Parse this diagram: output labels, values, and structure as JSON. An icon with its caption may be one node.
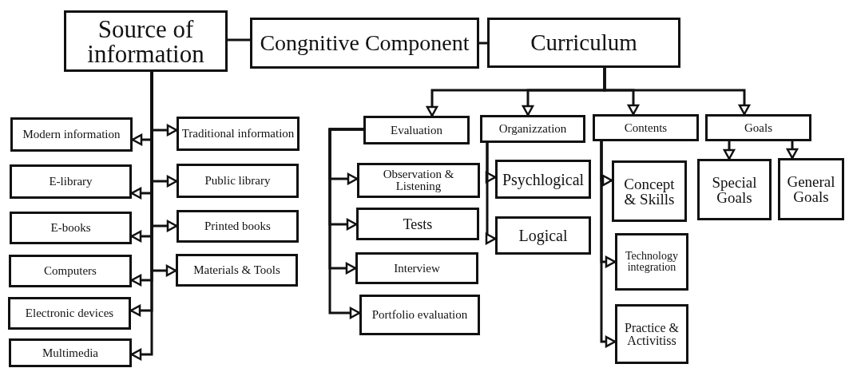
{
  "diagram": {
    "nodes": [
      {
        "text": [
          "Source of information"
        ]
      },
      {
        "text": [
          "Congnitive Component"
        ]
      },
      {
        "text": [
          "Curriculum"
        ]
      },
      {
        "text": [
          "Modern information"
        ]
      },
      {
        "text": [
          "Traditional information"
        ]
      },
      {
        "text": [
          "E-library"
        ]
      },
      {
        "text": [
          "Public library"
        ]
      },
      {
        "text": [
          "E-books"
        ]
      },
      {
        "text": [
          "Printed books"
        ]
      },
      {
        "text": [
          "Computers"
        ]
      },
      {
        "text": [
          "Materials & Tools"
        ]
      },
      {
        "text": [
          "Electronic devices"
        ]
      },
      {
        "text": [
          "Multimedia"
        ]
      },
      {
        "text": [
          "Evaluation"
        ]
      },
      {
        "text": [
          "Organizzation"
        ]
      },
      {
        "text": [
          "Contents"
        ]
      },
      {
        "text": [
          "Goals"
        ]
      },
      {
        "text": [
          "Observation & Listening"
        ]
      },
      {
        "text": [
          "Psychlogical"
        ]
      },
      {
        "text": [
          "Tests"
        ]
      },
      {
        "text": [
          "Logical"
        ]
      },
      {
        "text": [
          "Interview"
        ]
      },
      {
        "text": [
          "Portfolio evaluation"
        ]
      },
      {
        "text": [
          "Concept & Skills"
        ]
      },
      {
        "text": [
          "Special Goals"
        ]
      },
      {
        "text": [
          "General Goals"
        ]
      },
      {
        "text": [
          "Technology integration"
        ]
      },
      {
        "text": [
          "Practice & Activitiss"
        ]
      }
    ],
    "edges": [
      {
        "from": 0,
        "to": 1,
        "arrow": "none"
      },
      {
        "from": 1,
        "to": 2,
        "arrow": "none"
      },
      {
        "from": 2,
        "to": 13,
        "arrow": "to"
      },
      {
        "from": 2,
        "to": 14,
        "arrow": "to"
      },
      {
        "from": 2,
        "to": 15,
        "arrow": "to"
      },
      {
        "from": 2,
        "to": 16,
        "arrow": "to"
      },
      {
        "from": 0,
        "to": 3,
        "arrow": "to"
      },
      {
        "from": 0,
        "to": 4,
        "arrow": "to"
      },
      {
        "from": 0,
        "to": 5,
        "arrow": "to"
      },
      {
        "from": 0,
        "to": 6,
        "arrow": "to"
      },
      {
        "from": 0,
        "to": 7,
        "arrow": "to"
      },
      {
        "from": 0,
        "to": 8,
        "arrow": "to"
      },
      {
        "from": 0,
        "to": 9,
        "arrow": "to"
      },
      {
        "from": 0,
        "to": 10,
        "arrow": "to"
      },
      {
        "from": 0,
        "to": 11,
        "arrow": "to"
      },
      {
        "from": 0,
        "to": 12,
        "arrow": "to"
      },
      {
        "from": 13,
        "to": 17,
        "arrow": "to"
      },
      {
        "from": 13,
        "to": 19,
        "arrow": "to"
      },
      {
        "from": 13,
        "to": 21,
        "arrow": "to"
      },
      {
        "from": 13,
        "to": 22,
        "arrow": "to"
      },
      {
        "from": 14,
        "to": 18,
        "arrow": "to"
      },
      {
        "from": 14,
        "to": 20,
        "arrow": "to"
      },
      {
        "from": 15,
        "to": 23,
        "arrow": "to"
      },
      {
        "from": 15,
        "to": 26,
        "arrow": "to"
      },
      {
        "from": 15,
        "to": 27,
        "arrow": "to"
      },
      {
        "from": 16,
        "to": 24,
        "arrow": "to"
      },
      {
        "from": 16,
        "to": 25,
        "arrow": "to"
      }
    ]
  }
}
